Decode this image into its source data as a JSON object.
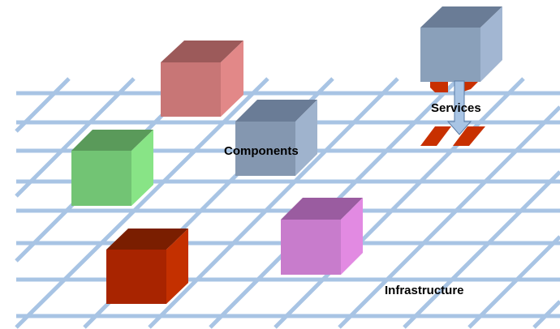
{
  "labels": {
    "components": "Components",
    "services": "Services",
    "infrastructure": "Infrastructure"
  },
  "colors": {
    "grid": "#a8c4e4",
    "cube_pink": "#c87676",
    "cube_green": "#72c474",
    "cube_slate": "#8497b0",
    "cube_darkred": "#a82400",
    "cube_violet": "#c87ccc",
    "cube_service": "#8aa0ba",
    "service_legs": "#c83000",
    "arrow": "#a8c4e4"
  }
}
